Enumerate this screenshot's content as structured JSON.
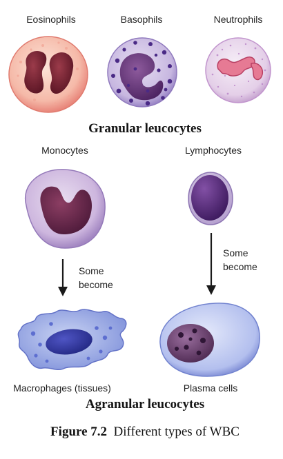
{
  "granular": {
    "eosinophils": "Eosinophils",
    "basophils": "Basophils",
    "neutrophils": "Neutrophils",
    "heading": "Granular leucocytes"
  },
  "agranular": {
    "monocytes": "Monocytes",
    "lymphocytes": "Lymphocytes",
    "some_become_1_line1": "Some",
    "some_become_1_line2": "become",
    "some_become_2_line1": "Some",
    "some_become_2_line2": "become",
    "macrophages": "Macrophages (tissues)",
    "plasma_cells": "Plasma cells",
    "heading": "Agranular leucocytes"
  },
  "caption": {
    "figure": "Figure 7.2",
    "text": "Different types of WBC"
  },
  "icons": [
    "eosinophil-cell-icon",
    "basophil-cell-icon",
    "neutrophil-cell-icon",
    "monocyte-cell-icon",
    "lymphocyte-cell-icon",
    "macrophage-cell-icon",
    "plasma-cell-icon",
    "arrow-down-icon"
  ]
}
